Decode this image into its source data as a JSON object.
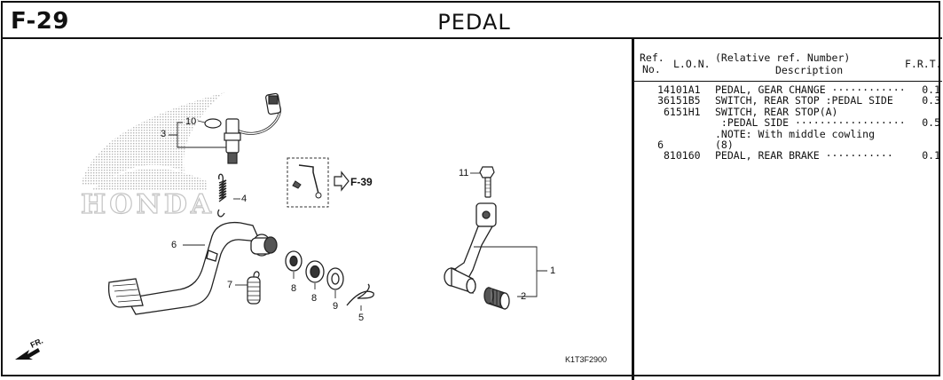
{
  "header": {
    "page_code": "F-29",
    "title": "PEDAL"
  },
  "diagram": {
    "callouts": [
      "1",
      "2",
      "3",
      "4",
      "5",
      "6",
      "7",
      "8",
      "8",
      "9",
      "10",
      "11"
    ],
    "ref_link": "F-39",
    "direction_label": "FR.",
    "watermark": "HONDA",
    "illustration_code": "K1T3F2900"
  },
  "parts_table": {
    "headers": {
      "ref_line1": "Ref.",
      "ref_line2": "No.",
      "lon": "L.O.N.",
      "desc_line1": "(Relative ref. Number)",
      "desc_line2": "Description",
      "frt": "F.R.T."
    },
    "rows": [
      {
        "ref": "1",
        "lon": "4101A1",
        "desc": "PEDAL, GEAR CHANGE ············",
        "frt": "0.1"
      },
      {
        "ref": "3",
        "lon": "6151B5",
        "desc": "SWITCH, REAR STOP :PEDAL SIDE",
        "frt": "0.3"
      },
      {
        "ref": "",
        "lon": "6151H1",
        "desc": "SWITCH, REAR STOP(A)",
        "frt": ""
      },
      {
        "ref": "",
        "lon": "",
        "desc": " :PEDAL SIDE ··················",
        "frt": "0.5"
      },
      {
        "ref": "",
        "lon": "",
        "desc": ".NOTE: With middle cowling",
        "frt": ""
      },
      {
        "ref": "6",
        "lon": "",
        "desc": "(8)",
        "frt": ""
      },
      {
        "ref": "",
        "lon": "810160",
        "desc": "PEDAL, REAR BRAKE ···········",
        "frt": "0.1"
      }
    ]
  }
}
